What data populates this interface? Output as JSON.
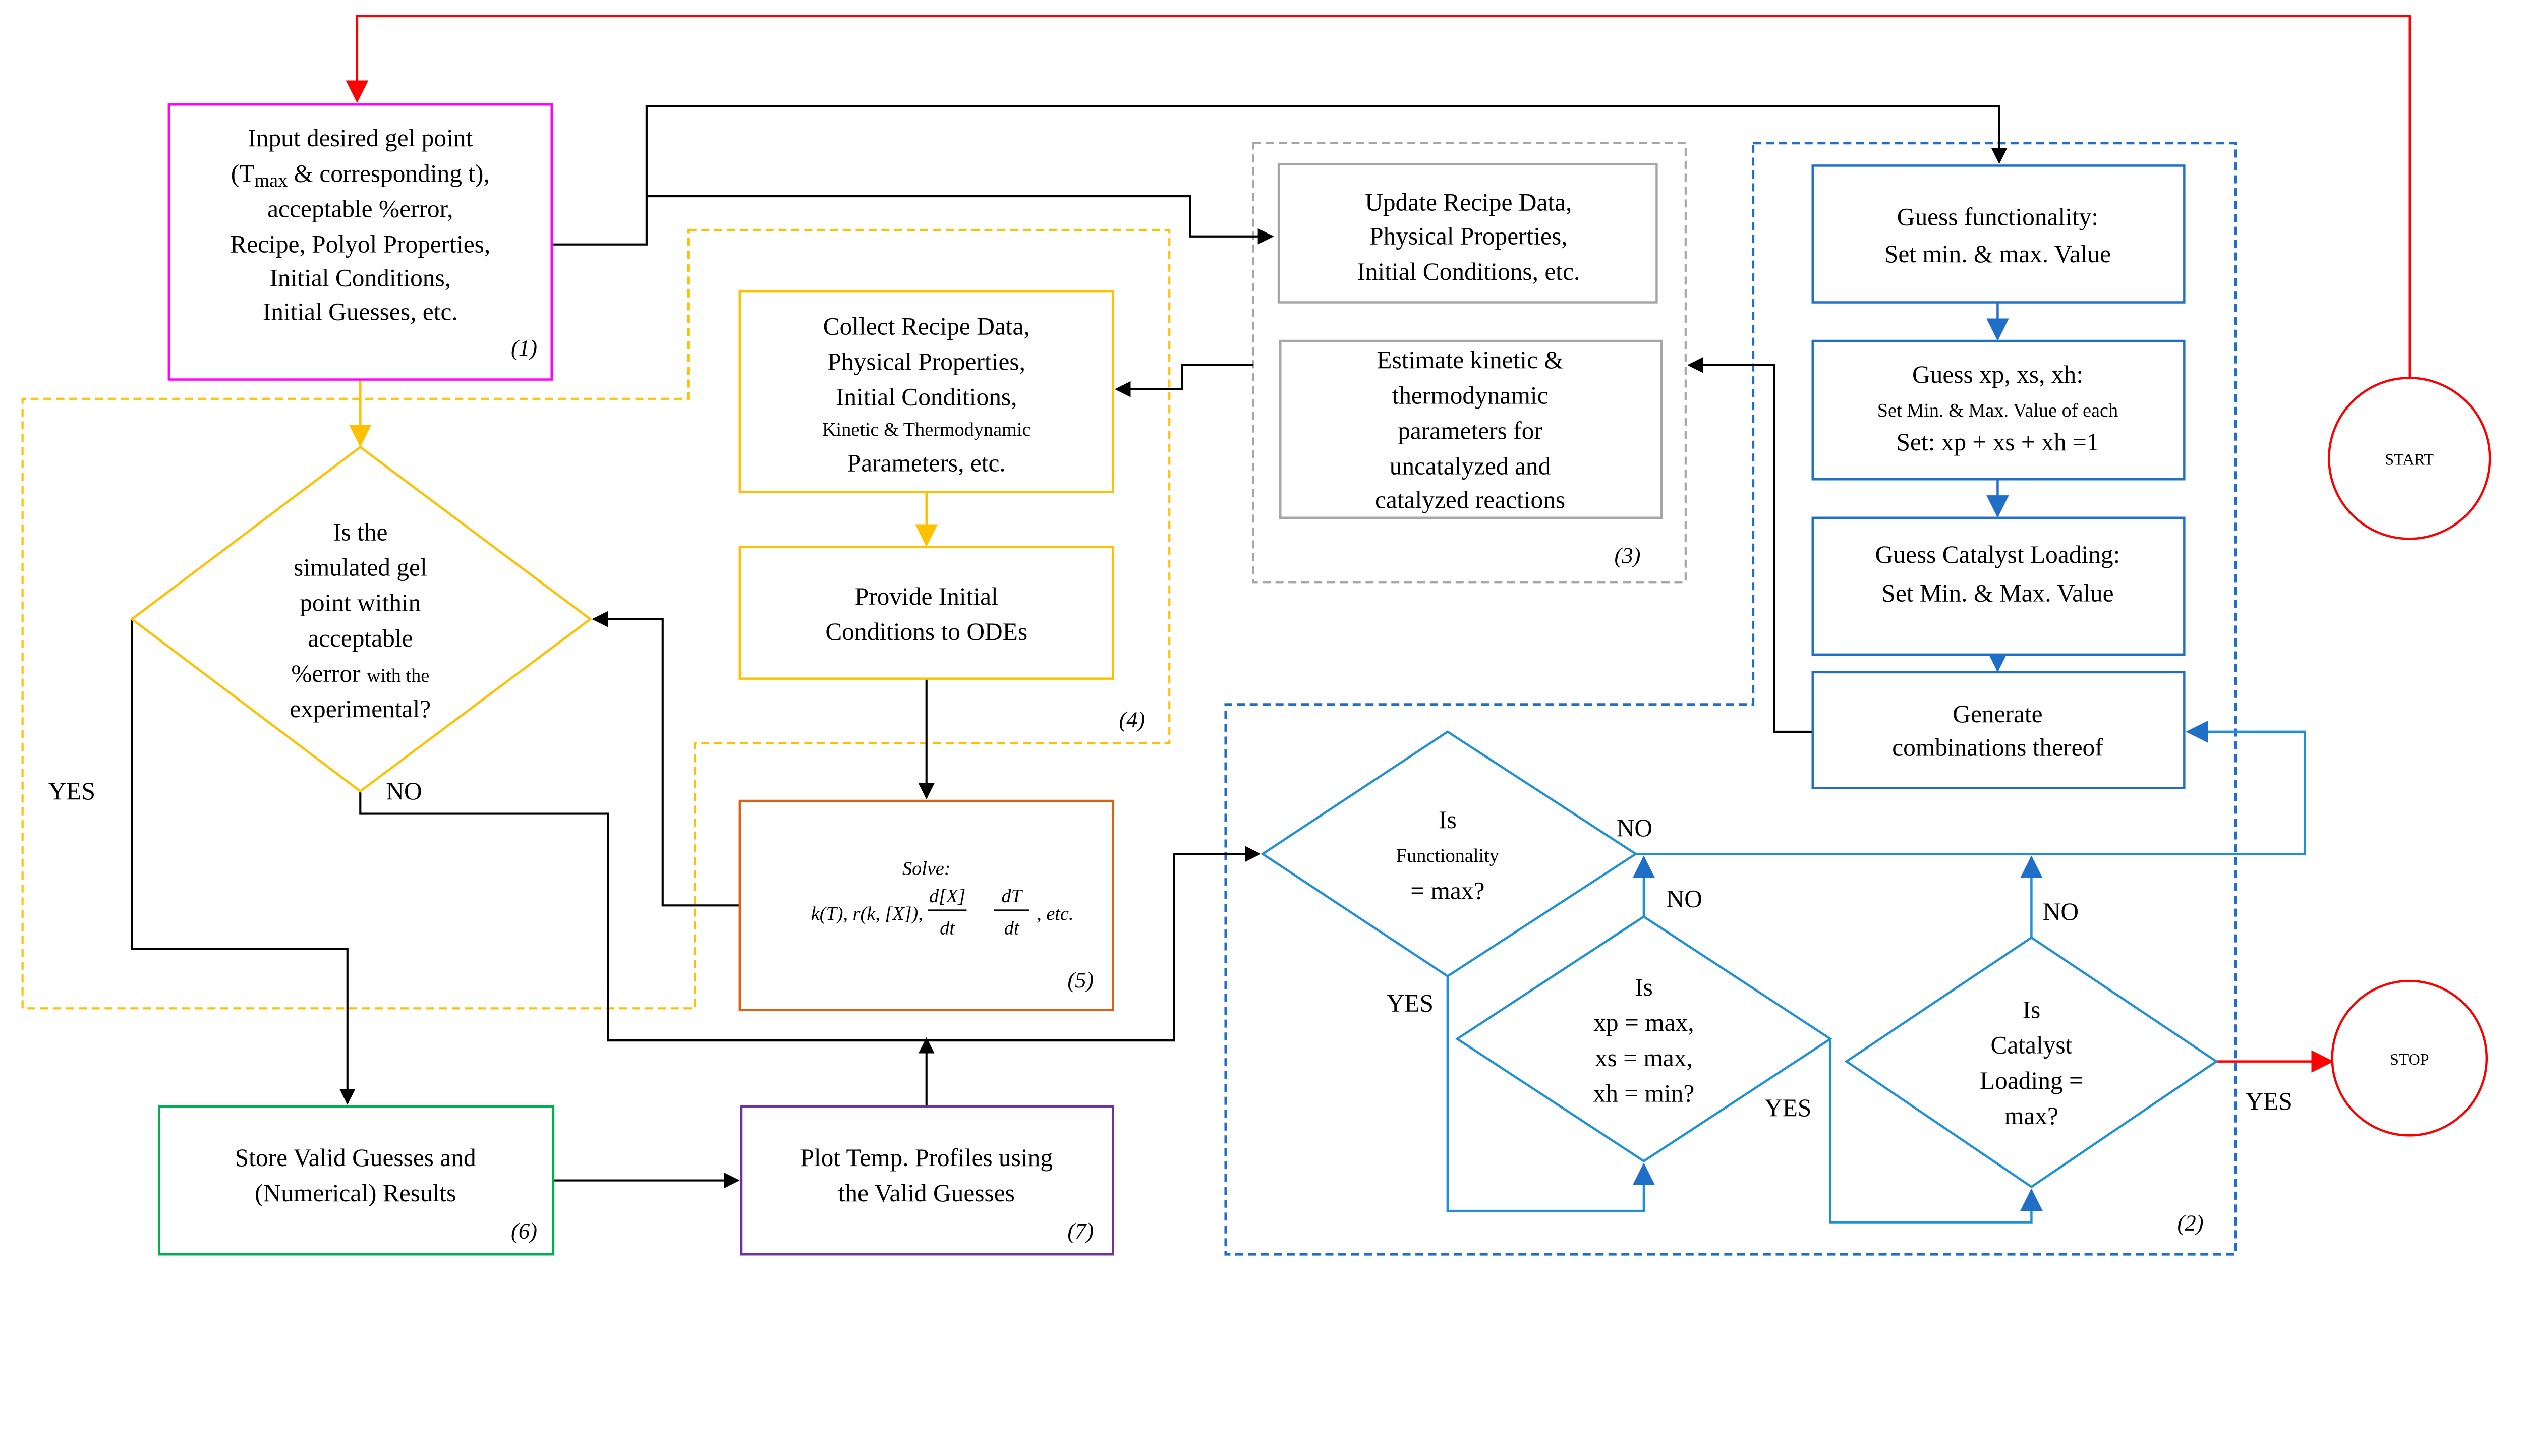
{
  "colors": {
    "input": "#ff00ff",
    "simulation": "#ffc000",
    "solve": "#e06010",
    "store": "#00b050",
    "plot": "#7030a0",
    "guess_box": "#1f6fc8",
    "decision": "#1e90d8",
    "terminal": "#ff0000",
    "update_group": "#a6a6a6"
  },
  "start": {
    "label": "START"
  },
  "stop": {
    "label": "STOP"
  },
  "box1": {
    "line1": "Input desired gel point",
    "line2a": "(T",
    "line2sub": "max",
    "line2b": " & corresponding t),",
    "line3": "acceptable %error,",
    "line4": "Recipe, Polyol Properties,",
    "line5": "Initial Conditions,",
    "line6": "Initial Guesses, etc.",
    "num": "(1)"
  },
  "group3": {
    "update": [
      "Update Recipe Data,",
      "Physical Properties,",
      "Initial Conditions, etc."
    ],
    "estimate": [
      "Estimate kinetic &",
      "thermodynamic",
      "parameters for",
      "uncatalyzed and",
      "catalyzed reactions"
    ],
    "num": "(3)"
  },
  "group4": {
    "collect": [
      "Collect Recipe Data,",
      "Physical Properties,",
      "Initial Conditions,",
      "Kinetic & Thermodynamic",
      "Parameters, etc."
    ],
    "provide": [
      "Provide Initial",
      "Conditions to ODEs"
    ],
    "num": "(4)"
  },
  "solve": {
    "title": "Solve:",
    "expr": "k(T), r(k, [X]),",
    "frac1_num": "d[X]",
    "frac1_den": "dt",
    "frac2_num": "dT",
    "frac2_den": "dt",
    "tail": ", etc.",
    "num": "(5)"
  },
  "decision_gel": {
    "lines": [
      "Is the",
      "simulated gel",
      "point within",
      "acceptable"
    ],
    "line5a": "%error ",
    "line5b": "with the",
    "line6": "experimental?",
    "yes": "YES",
    "no": "NO"
  },
  "store": {
    "lines": [
      "Store Valid Guesses and",
      "(Numerical) Results"
    ],
    "num": "(6)"
  },
  "plot": {
    "lines": [
      "Plot Temp. Profiles using",
      "the Valid Guesses"
    ],
    "num": "(7)"
  },
  "group2": {
    "guess_functionality": [
      "Guess functionality:",
      "Set min. & max. Value"
    ],
    "guess_x": [
      "Guess xp, xs, xh:",
      "Set Min. & Max. Value of each",
      "Set: xp + xs + xh =1"
    ],
    "guess_catalyst": [
      "Guess Catalyst Loading:",
      "Set Min. & Max. Value"
    ],
    "generate": [
      "Generate",
      "combinations thereof"
    ],
    "num": "(2)"
  },
  "decision_functionality": {
    "lines": [
      "Is",
      "Functionality",
      "= max?"
    ],
    "no": "NO",
    "yes": "YES"
  },
  "decision_x": {
    "lines": [
      "Is",
      "xp = max,",
      "xs = max,",
      "xh = min?"
    ],
    "no": "NO",
    "yes": "YES"
  },
  "decision_catalyst": {
    "lines": [
      "Is",
      "Catalyst",
      "Loading =",
      "max?"
    ],
    "no": "NO",
    "yes": "YES"
  }
}
